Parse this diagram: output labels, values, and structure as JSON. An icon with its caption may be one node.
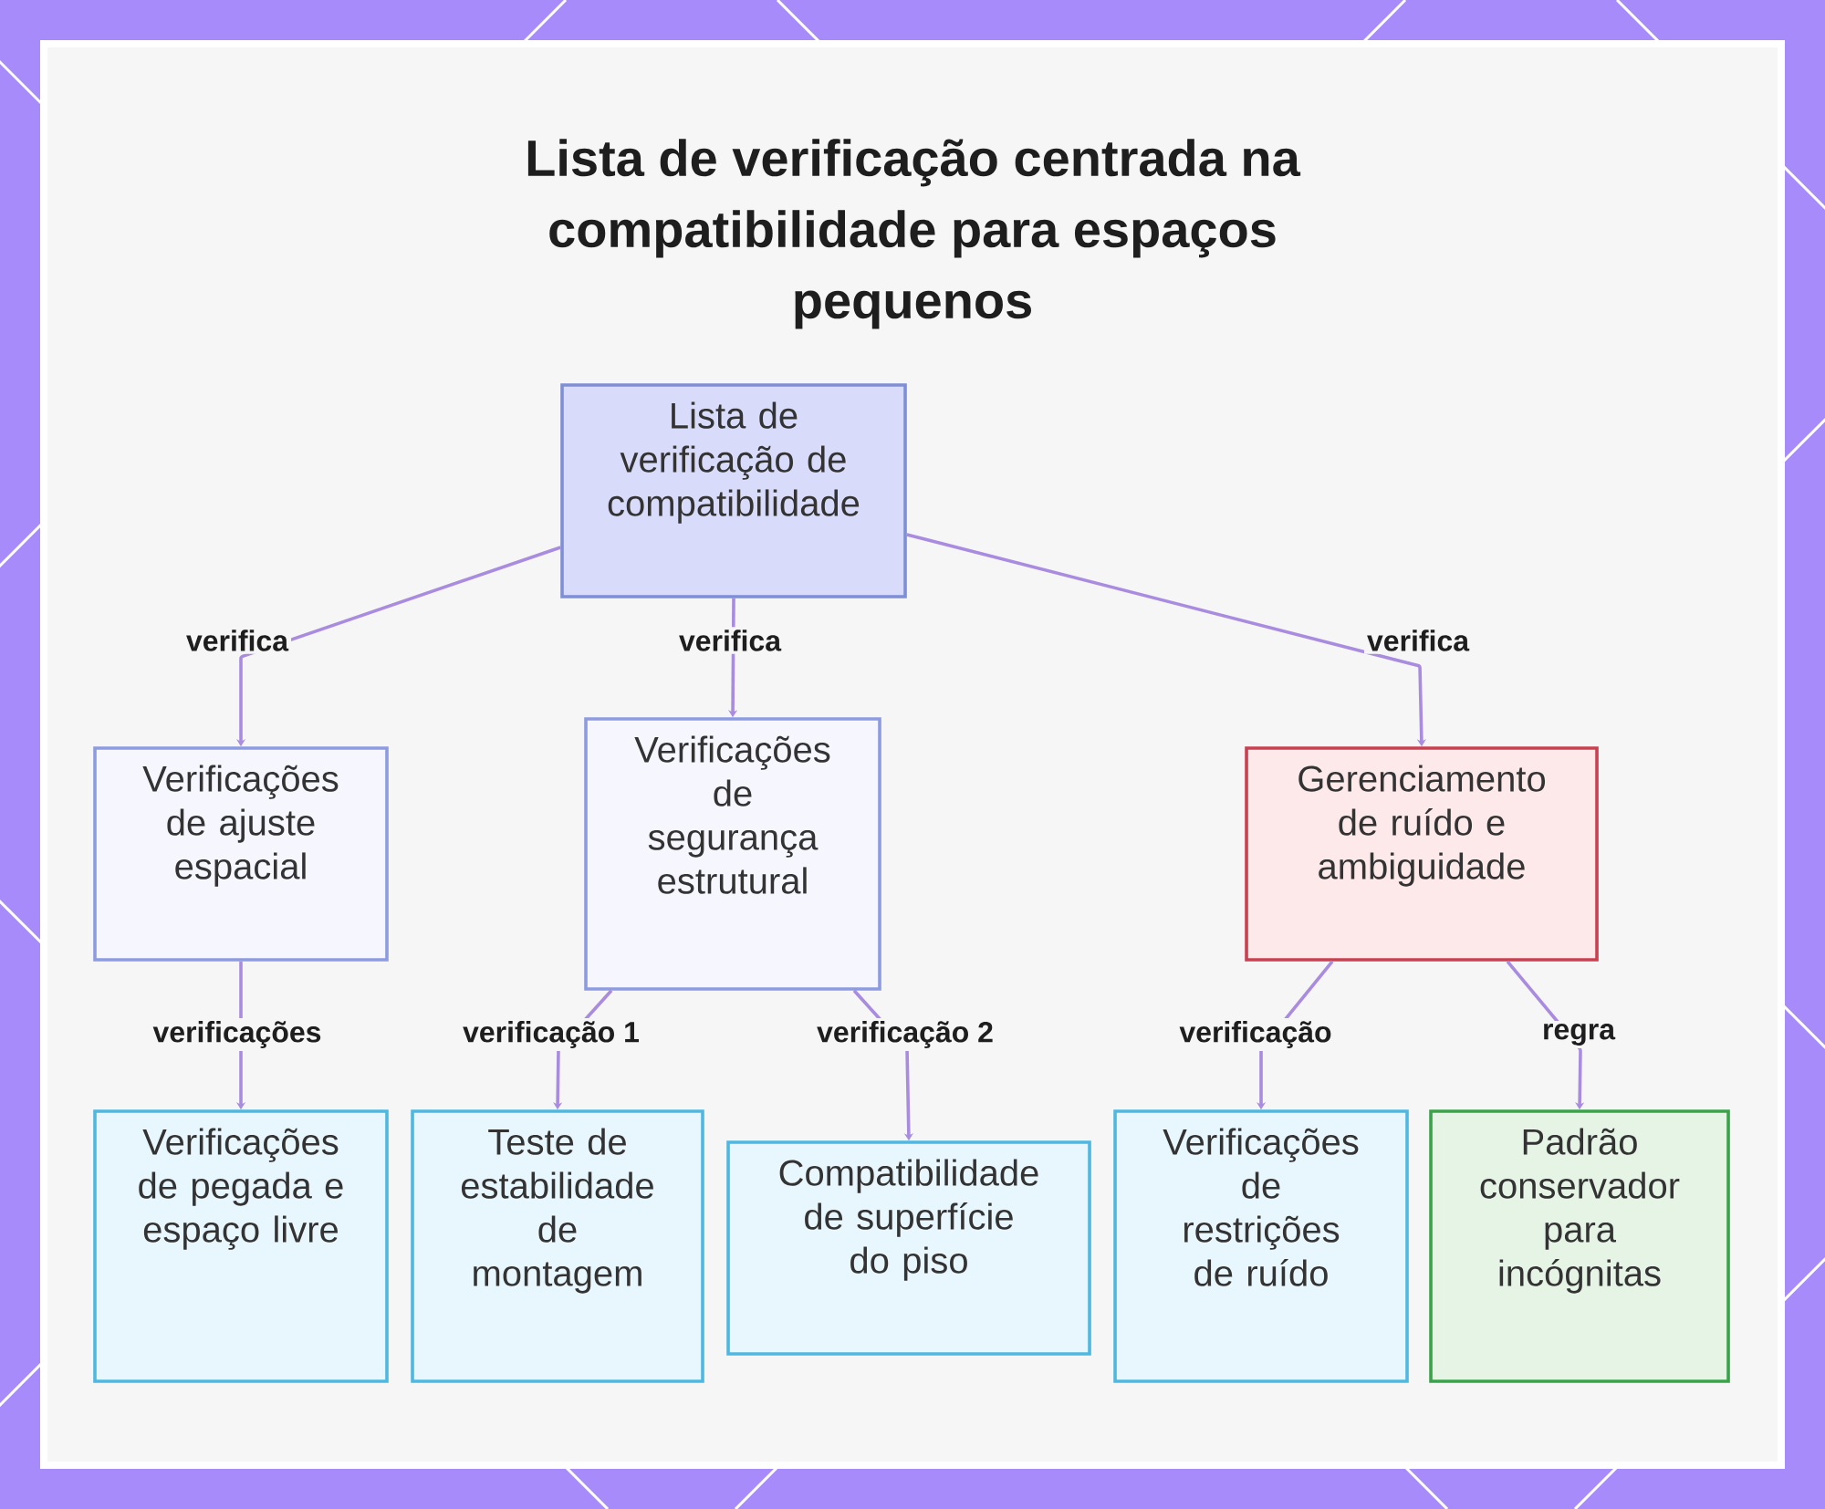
{
  "diagram": {
    "title": "Lista de verificação centrada na compatibilidade para espaços pequenos",
    "nodes": [
      {
        "text": [
          "Lista de verificação de compatibilidade"
        ]
      },
      {
        "text": [
          "Verificações de ajuste espacial"
        ]
      },
      {
        "text": [
          "Verificações de segurança estrutural"
        ]
      },
      {
        "text": [
          "Gerenciamento de ruído e ambiguidade"
        ]
      },
      {
        "text": [
          "Verificações de pegada e espaço livre"
        ]
      },
      {
        "text": [
          "Teste de estabilidade de montagem"
        ]
      },
      {
        "text": [
          "Compatibilidade de superfície do piso"
        ]
      },
      {
        "text": [
          "Verificações de restrições de ruído"
        ]
      },
      {
        "text": [
          "Padrão conservador para incógnitas"
        ]
      }
    ],
    "edges": [
      {
        "from": 0,
        "to": 1,
        "arrow": "to",
        "label": "verifica"
      },
      {
        "from": 0,
        "to": 2,
        "arrow": "to",
        "label": "verifica"
      },
      {
        "from": 0,
        "to": 3,
        "arrow": "to",
        "label": "verifica"
      },
      {
        "from": 1,
        "to": 4,
        "arrow": "to",
        "label": "verificações"
      },
      {
        "from": 2,
        "to": 5,
        "arrow": "to",
        "label": "verificação 1"
      },
      {
        "from": 2,
        "to": 6,
        "arrow": "to",
        "label": "verificação 2"
      },
      {
        "from": 3,
        "to": 7,
        "arrow": "to",
        "label": "verificação"
      },
      {
        "from": 3,
        "to": 8,
        "arrow": "to",
        "label": "regra"
      }
    ]
  }
}
